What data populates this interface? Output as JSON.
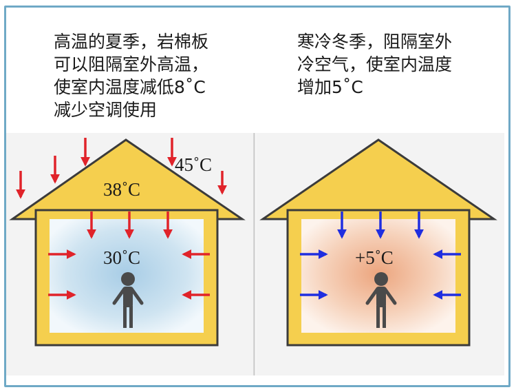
{
  "left_panel": {
    "caption_lines": [
      "高温的夏季，岩棉板",
      "可以阻隔室外高温，",
      "使室内温度减低8˚C",
      "减少空调使用"
    ],
    "outside_temp": "45˚C",
    "attic_temp": "38˚C",
    "room_temp": "30˚C"
  },
  "right_panel": {
    "caption_lines": [
      "寒冷冬季，阻隔室外",
      "冷空气，使室内温度",
      "增加5˚C"
    ],
    "room_temp": "+5˚C"
  },
  "colors": {
    "house_fill": "#f5cf4e",
    "house_outline": "#3b3b3b",
    "hot_arrow": "#e0232a",
    "cold_arrow": "#1f2ee0",
    "cool_interior": "#b9d7ea",
    "warm_interior": "#eeb48f",
    "person": "#4a4a4a",
    "frame": "#6fa9c6"
  },
  "icons": [
    "hot-arrow-icon",
    "cold-arrow-icon",
    "person-icon"
  ]
}
